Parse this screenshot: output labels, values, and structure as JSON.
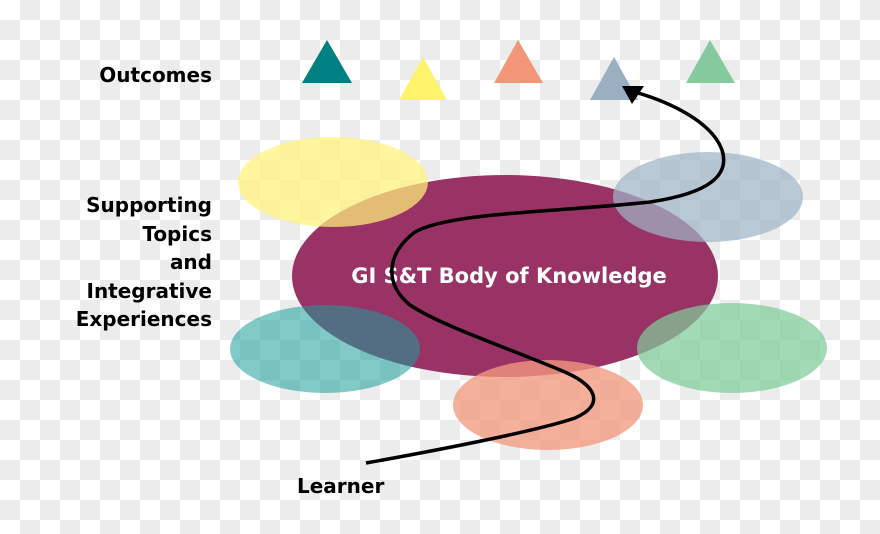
{
  "labels": {
    "outcomes": "Outcomes",
    "supporting": [
      "Supporting",
      "Topics",
      "and",
      "Integrative",
      "Experiences"
    ],
    "learner": "Learner",
    "center": "GI S&T Body of Knowledge"
  },
  "outcome_triangles": [
    {
      "name": "teal",
      "color": "#008080"
    },
    {
      "name": "yellow",
      "color": "#FFF36B"
    },
    {
      "name": "salmon",
      "color": "#F2967A"
    },
    {
      "name": "grey-blue",
      "color": "#9AAFBF"
    },
    {
      "name": "green",
      "color": "#85C99C"
    }
  ],
  "ellipses": [
    {
      "name": "yellow-topic",
      "color": "#FFF27A"
    },
    {
      "name": "grey-blue-topic",
      "color": "#A0B4C6"
    },
    {
      "name": "teal-topic",
      "color": "#1A9E9A"
    },
    {
      "name": "salmon-topic",
      "color": "#F29A80"
    },
    {
      "name": "green-topic",
      "color": "#7FCC9A"
    }
  ],
  "core": {
    "color": "#993366"
  },
  "path": {
    "color": "#000000"
  }
}
